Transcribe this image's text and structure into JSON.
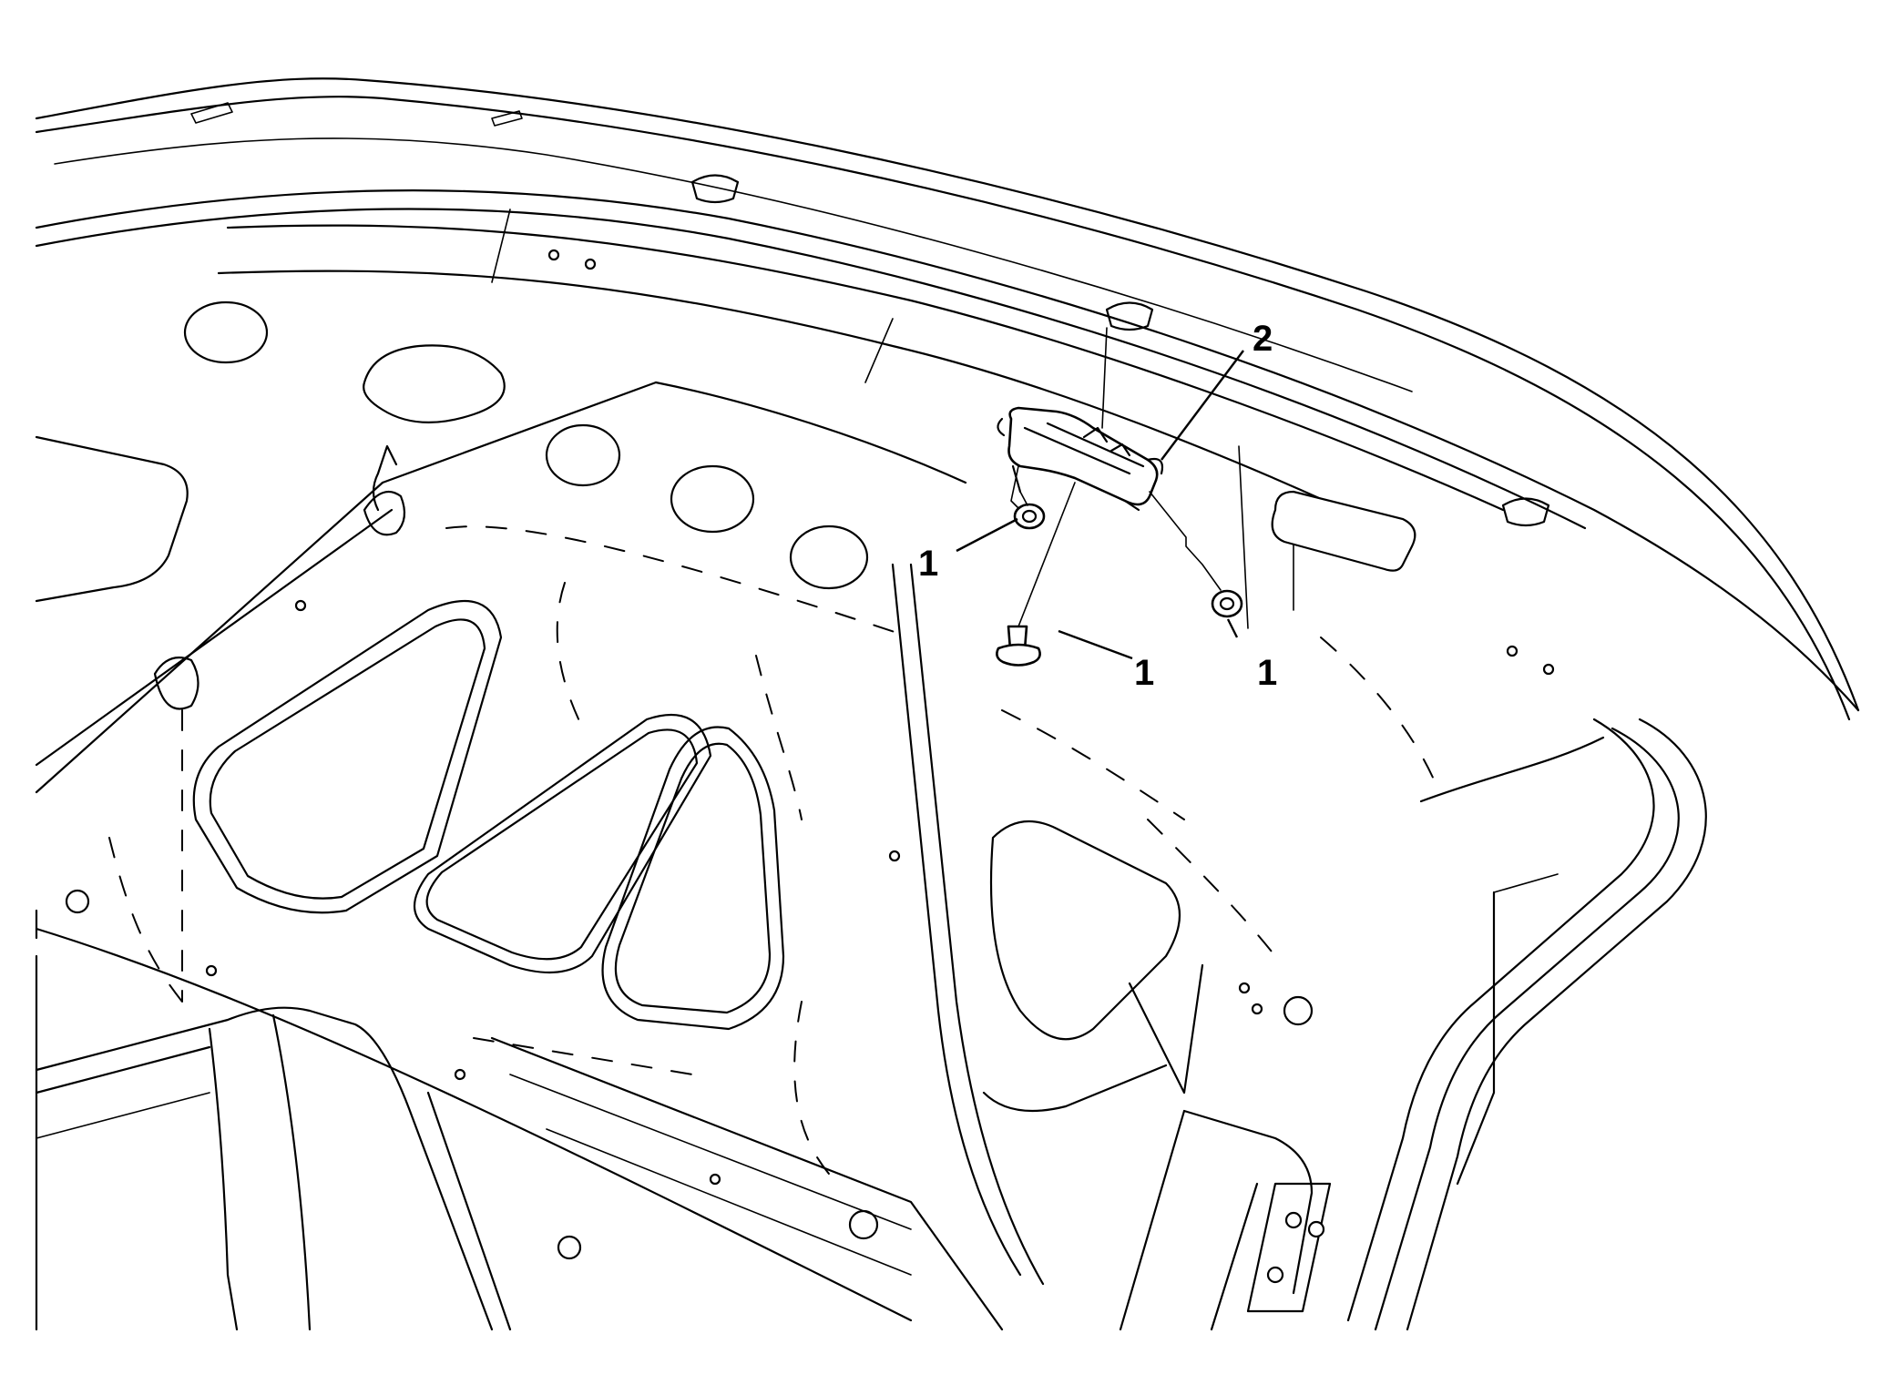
{
  "diagram": {
    "callouts": [
      {
        "id": "callout-1-left",
        "text": "1"
      },
      {
        "id": "callout-1-center",
        "text": "1"
      },
      {
        "id": "callout-1-right",
        "text": "1"
      },
      {
        "id": "callout-2",
        "text": "2"
      }
    ]
  }
}
